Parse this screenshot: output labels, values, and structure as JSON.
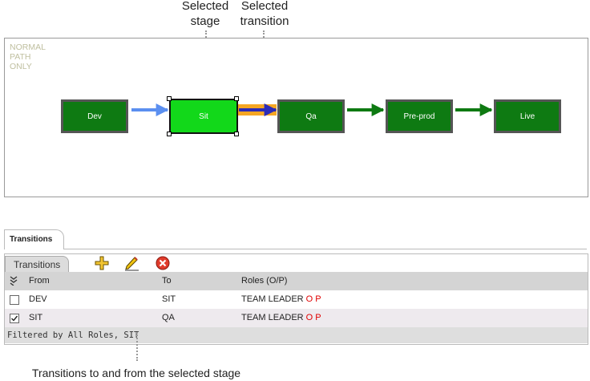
{
  "callouts": {
    "selected_stage_line1": "Selected",
    "selected_stage_line2": "stage",
    "selected_transition_line1": "Selected",
    "selected_transition_line2": "transition",
    "bottom": "Transitions to and from the selected stage"
  },
  "canvas": {
    "path_label": "NORMAL\nPATH\nONLY",
    "stages": [
      {
        "label": "Dev"
      },
      {
        "label": "Sit"
      },
      {
        "label": "Qa"
      },
      {
        "label": "Pre-prod"
      },
      {
        "label": "Live"
      }
    ],
    "selected_stage": "Sit",
    "colors": {
      "stage_fill": "#0e7a12",
      "selected_stage_fill": "#12d81a",
      "incoming_arrow": "#5b8ff0",
      "selected_transition": "#2b2bb8",
      "selected_transition_highlight": "#f5a623",
      "normal_arrow": "#0e7a12"
    }
  },
  "tabs": {
    "outer": "Transitions",
    "inner": "Transitions"
  },
  "toolbar": {
    "add_icon": "plus-icon",
    "edit_icon": "pencil-icon",
    "delete_icon": "delete-icon"
  },
  "grid": {
    "headers": {
      "from": "From",
      "to": "To",
      "roles": "Roles (O/P)"
    },
    "rows": [
      {
        "from": "DEV",
        "to": "SIT",
        "roles": "TEAM LEADER",
        "op": "O P",
        "checked": false
      },
      {
        "from": "SIT",
        "to": "QA",
        "roles": "TEAM LEADER",
        "op": "O P",
        "checked": true
      }
    ],
    "filter": "Filtered by All Roles, SIT"
  }
}
